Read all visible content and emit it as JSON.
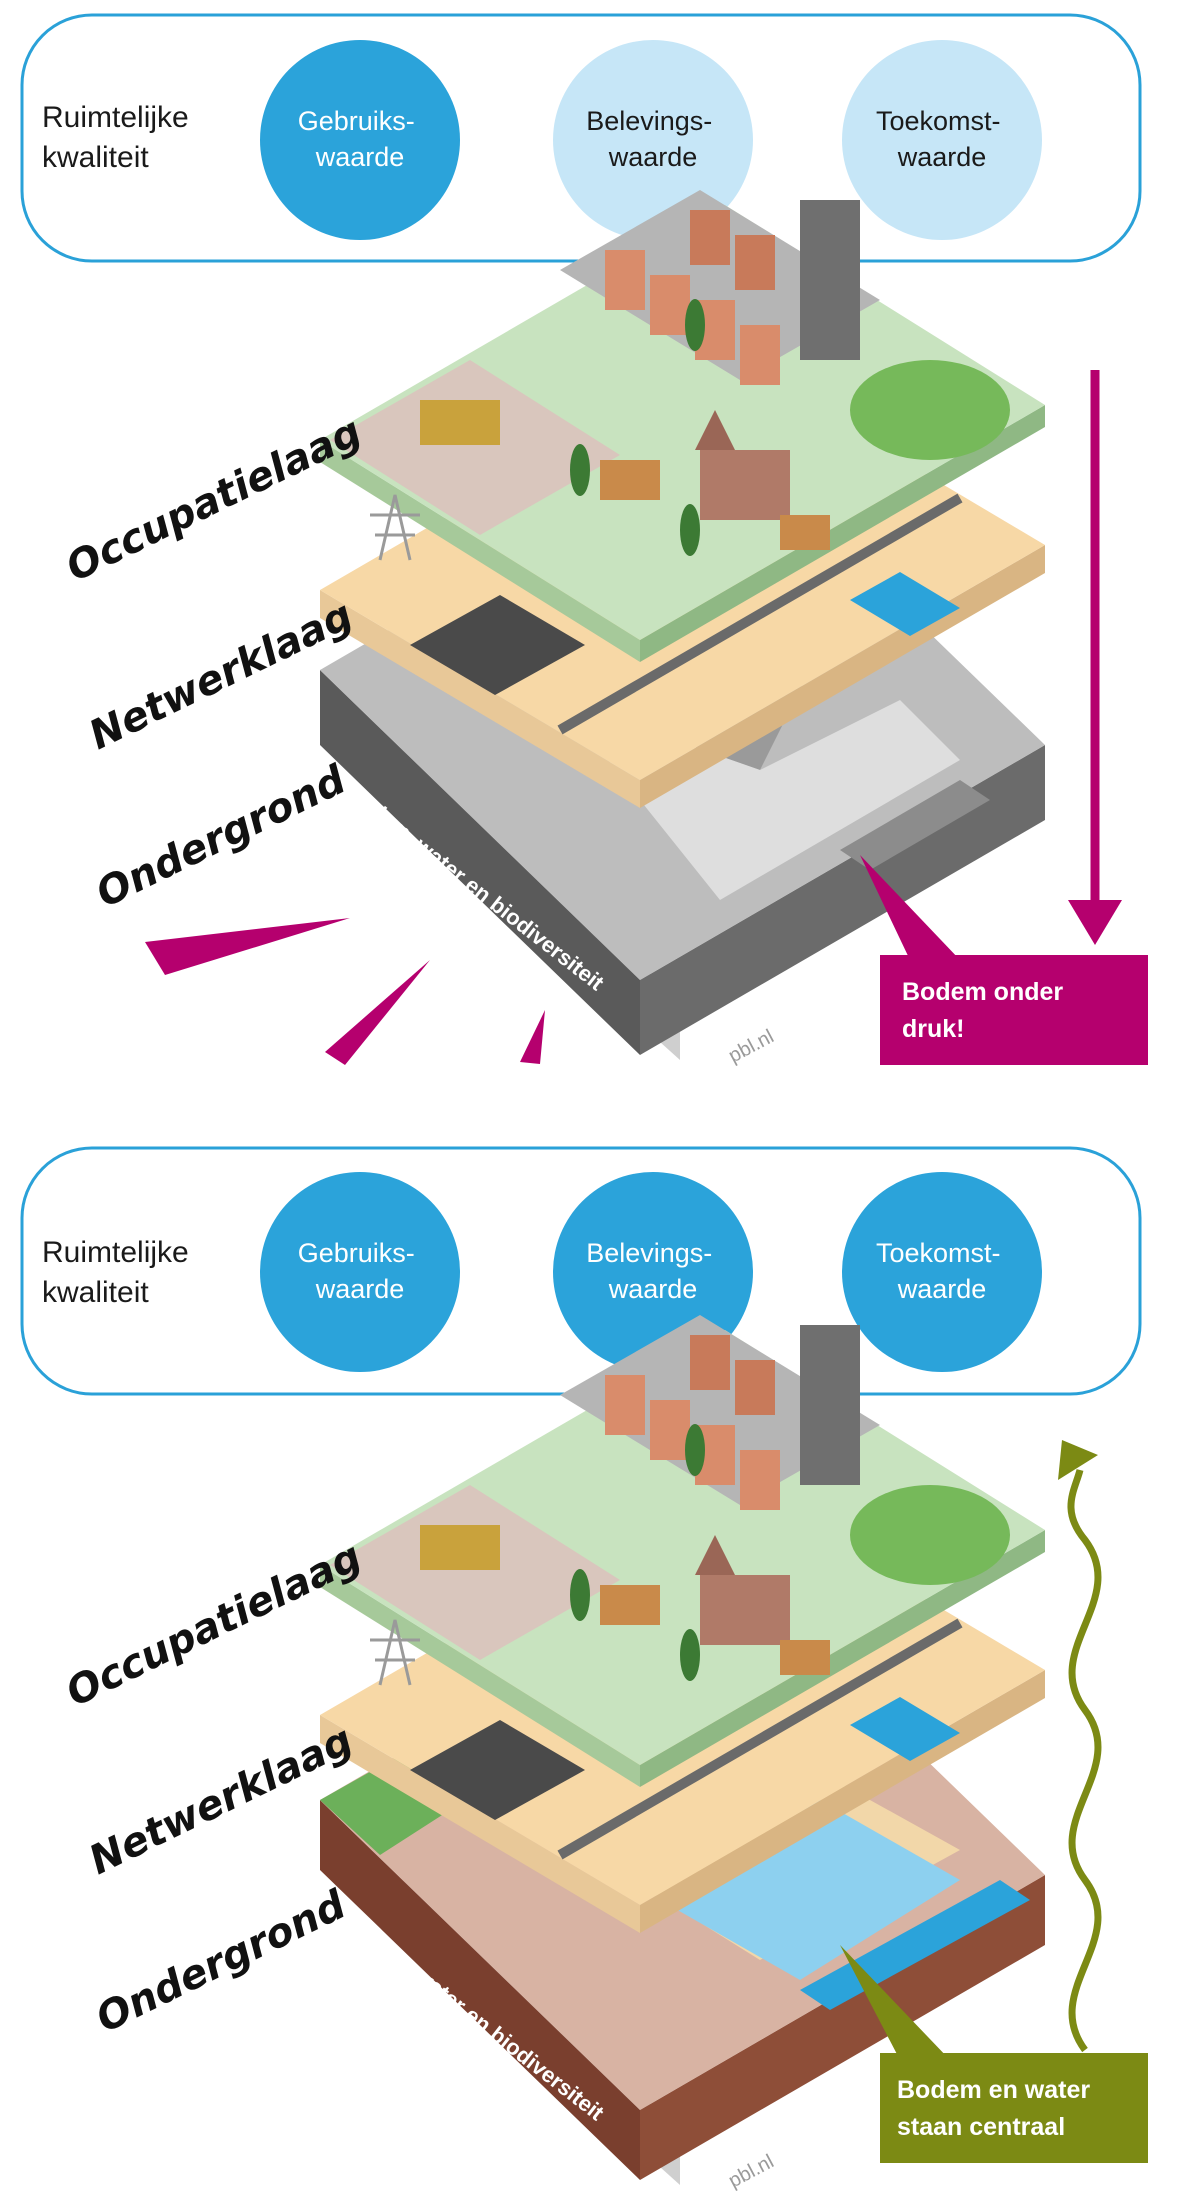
{
  "panels": [
    {
      "quality_label_line1": "Ruimtelijke",
      "quality_label_line2": "kwaliteit",
      "circles": [
        {
          "line1": "Gebruiks-",
          "line2": "waarde",
          "style": "dark"
        },
        {
          "line1": "Belevings-",
          "line2": "waarde",
          "style": "light"
        },
        {
          "line1": "Toekomst-",
          "line2": "waarde",
          "style": "light"
        }
      ],
      "layers": [
        "Occupatielaag",
        "Netwerklaag",
        "Ondergrond"
      ],
      "soil_side_text": "Bodem, water en biodiversiteit",
      "source": "pbl.nl",
      "callout_line1": "Bodem onder",
      "callout_line2": "druk!",
      "accent_color": "#b5006e",
      "arrow": "down-arrow"
    },
    {
      "quality_label_line1": "Ruimtelijke",
      "quality_label_line2": "kwaliteit",
      "circles": [
        {
          "line1": "Gebruiks-",
          "line2": "waarde",
          "style": "dark"
        },
        {
          "line1": "Belevings-",
          "line2": "waarde",
          "style": "dark"
        },
        {
          "line1": "Toekomst-",
          "line2": "waarde",
          "style": "dark"
        }
      ],
      "layers": [
        "Occupatielaag",
        "Netwerklaag",
        "Ondergrond"
      ],
      "soil_side_text": "Bodem, water en biodiversiteit",
      "source": "pbl.nl",
      "callout_line1": "Bodem en water",
      "callout_line2": "staan centraal",
      "accent_color": "#7c8a14",
      "arrow": "wavy-up-arrow"
    }
  ]
}
